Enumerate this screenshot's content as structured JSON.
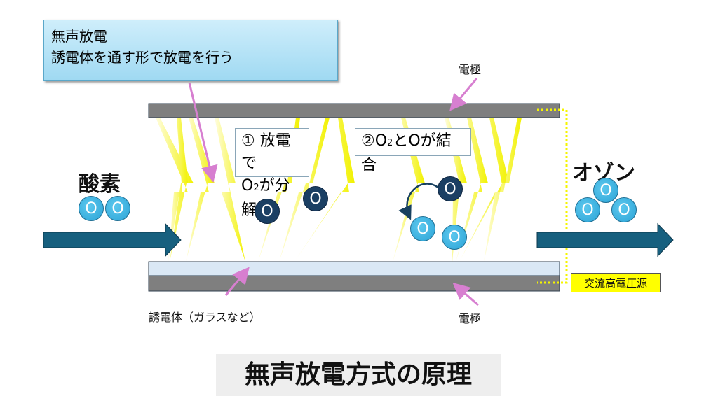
{
  "callout": {
    "line1": "無声放電",
    "line2": "誘電体を通す形で放電を行う"
  },
  "labels": {
    "electrode_top": "電極",
    "electrode_bottom": "電極",
    "dielectric": "誘電体（ガラスなど）",
    "oxygen": "酸素",
    "ozone": "オゾン",
    "power_source": "交流高電圧源"
  },
  "step1": {
    "line1": "① 放電で",
    "line2_prefix": "O",
    "line2_sub": "2",
    "line2_suffix": "が分解"
  },
  "step2": {
    "prefix": "②O",
    "sub": "2",
    "suffix": "とOが結合"
  },
  "atom": "O",
  "title": "無声放電方式の原理",
  "colors": {
    "electrode": "#7f7f7f",
    "dielectric": "#dae8f5",
    "arrow": "#17607f",
    "spark": "#f5f500",
    "pointer": "#d77fd0"
  }
}
